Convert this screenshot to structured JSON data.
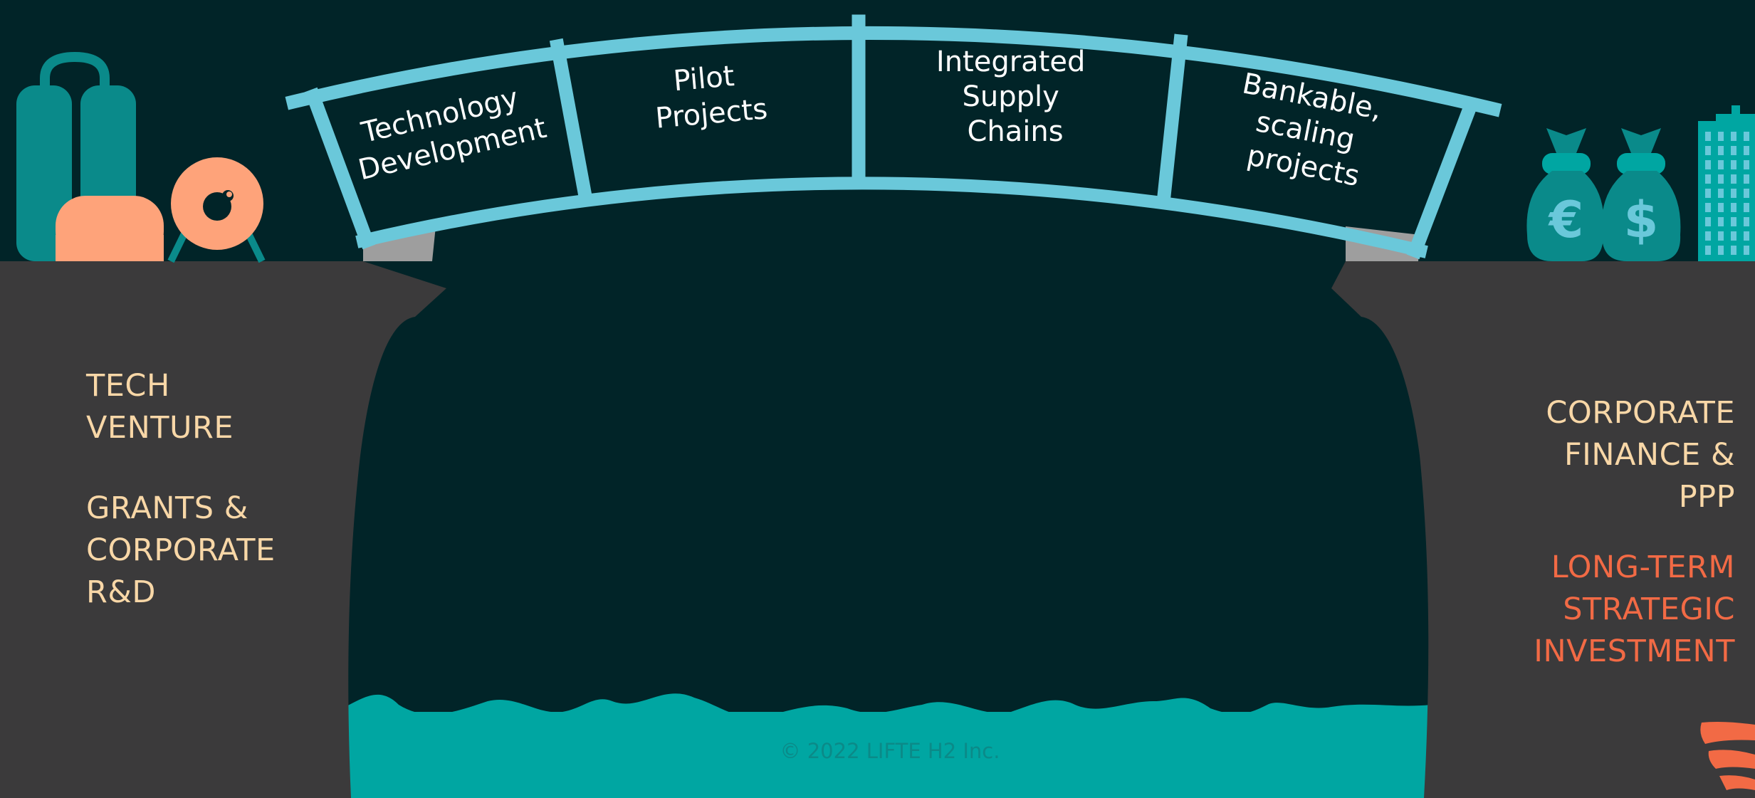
{
  "bridge": {
    "segments": [
      {
        "lines": [
          "Technology",
          "Development"
        ]
      },
      {
        "lines": [
          "Pilot",
          "Projects"
        ]
      },
      {
        "lines": [
          "Integrated",
          "Supply",
          "Chains"
        ]
      },
      {
        "lines": [
          "Bankable,",
          "scaling",
          "projects"
        ]
      }
    ]
  },
  "left_bank": {
    "group1": {
      "lines": [
        "TECH",
        "VENTURE"
      ]
    },
    "group2": {
      "lines": [
        "GRANTS &",
        "CORPORATE",
        "R&D"
      ]
    }
  },
  "right_bank": {
    "group1": {
      "lines": [
        "CORPORATE",
        "FINANCE &",
        "PPP"
      ]
    },
    "group2": {
      "lines": [
        "LONG-TERM",
        "STRATEGIC",
        "INVESTMENT"
      ]
    }
  },
  "footer": {
    "copyright": "© 2022 LIFTE H2 Inc."
  },
  "icons": {
    "euro_symbol": "€",
    "dollar_symbol": "$",
    "names": [
      "hydrogen-tanks-icon",
      "storage-tank-icon",
      "gauge-icon",
      "euro-money-bag-icon",
      "dollar-money-bag-icon",
      "office-building-icon",
      "logo-icon"
    ]
  },
  "colors": {
    "background": "#012428",
    "ground": "#3b3a3b",
    "bridge": "#6ac8da",
    "water": "#00a6a2",
    "peach_text": "#f8d7a7",
    "orange_text": "#f26a45",
    "teal_icons": "#0a8a8a",
    "peach_icons": "#fea37a"
  }
}
